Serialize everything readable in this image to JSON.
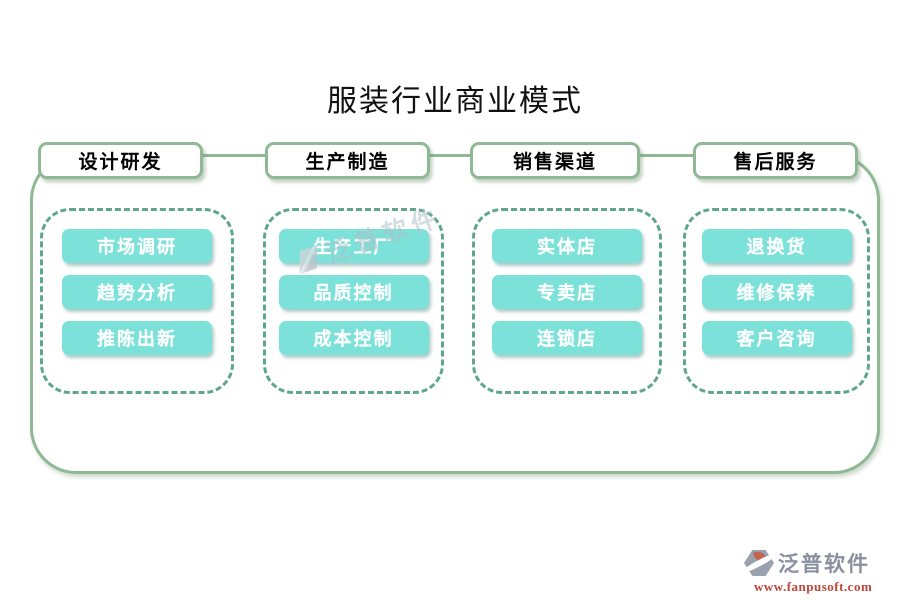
{
  "title": "服装行业商业模式",
  "columns": [
    {
      "tab": "设计研发",
      "items": [
        "市场调研",
        "趋势分析",
        "推陈出新"
      ]
    },
    {
      "tab": "生产制造",
      "items": [
        "生产工厂",
        "品质控制",
        "成本控制"
      ]
    },
    {
      "tab": "销售渠道",
      "items": [
        "实体店",
        "专卖店",
        "连锁店"
      ]
    },
    {
      "tab": "售后服务",
      "items": [
        "退换货",
        "维修保养",
        "客户咨询"
      ]
    }
  ],
  "watermark": {
    "text": "泛普软件"
  },
  "footer": {
    "brand": "泛普软件",
    "url": "www.fanpusoft.com"
  },
  "colors": {
    "tab_border_green": "#8fb894",
    "group_dashed_green": "#5fa78c",
    "button_fill_teal": "#7ce1d9",
    "button_text": "#ffffff",
    "title_text": "#111111",
    "brand_gray": "#8a90a0",
    "url_red": "#bf4538"
  }
}
